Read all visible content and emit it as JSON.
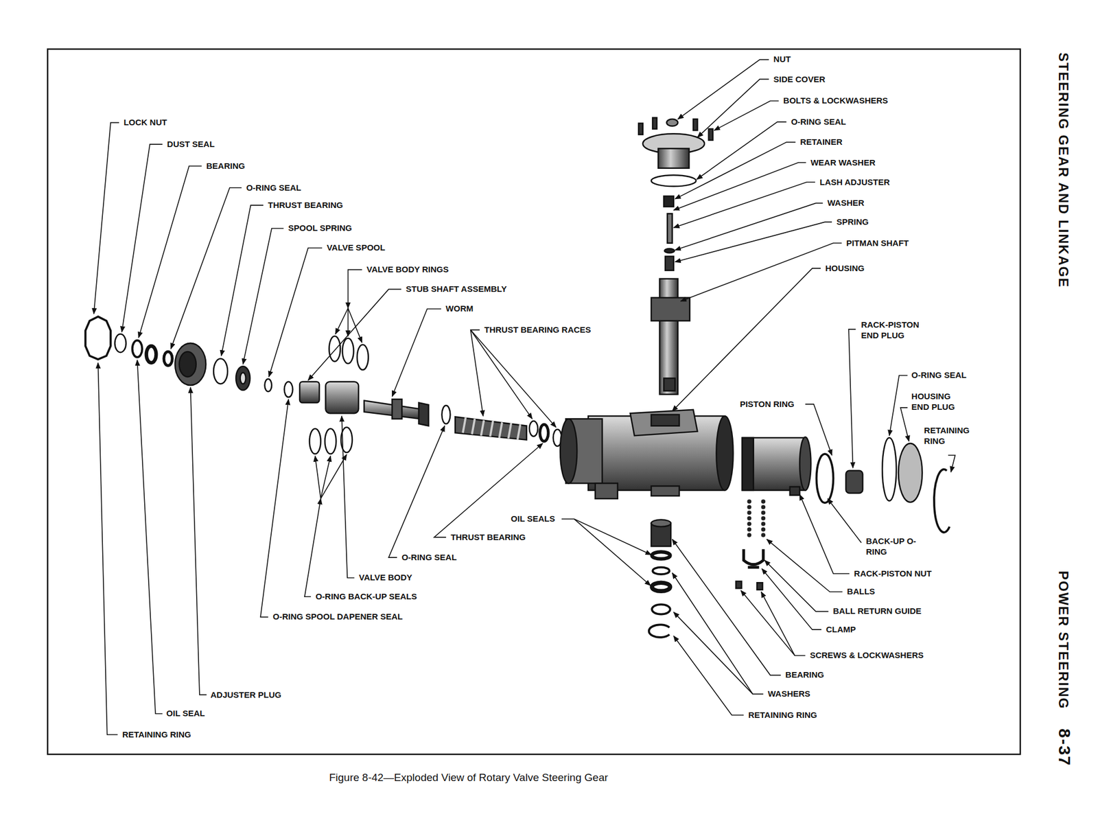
{
  "diagram": {
    "caption": "Figure 8-42—Exploded View of Rotary Valve Steering Gear",
    "labels": [
      "LOCK NUT",
      "DUST SEAL",
      "BEARING",
      "O-RING SEAL",
      "THRUST BEARING",
      "SPOOL SPRING",
      "VALVE SPOOL",
      "VALVE BODY RINGS",
      "STUB SHAFT ASSEMBLY",
      "WORM",
      "THRUST BEARING RACES",
      "OIL SEALS",
      "THRUST BEARING",
      "O-RING SEAL",
      "VALVE BODY",
      "O-RING BACK-UP SEALS",
      "O-RING SPOOL DAPENER SEAL",
      "ADJUSTER PLUG",
      "OIL SEAL",
      "RETAINING RING",
      "NUT",
      "SIDE COVER",
      "BOLTS & LOCKWASHERS",
      "O-RING SEAL",
      "RETAINER",
      "WEAR WASHER",
      "LASH ADJUSTER",
      "WASHER",
      "SPRING",
      "PITMAN SHAFT",
      "HOUSING",
      "RACK-PISTON END PLUG",
      "PISTON RING",
      "O-RING SEAL",
      "HOUSING END PLUG",
      "RETAINING RING",
      "BACK-UP O-RING",
      "RACK-PISTON NUT",
      "BALLS",
      "BALL RETURN GUIDE",
      "CLAMP",
      "SCREWS & LOCKWASHERS",
      "BEARING",
      "WASHERS",
      "RETAINING RING",
      "STEERING GEAR AND LINKAGE",
      "POWER STEERING",
      "8-37"
    ]
  }
}
